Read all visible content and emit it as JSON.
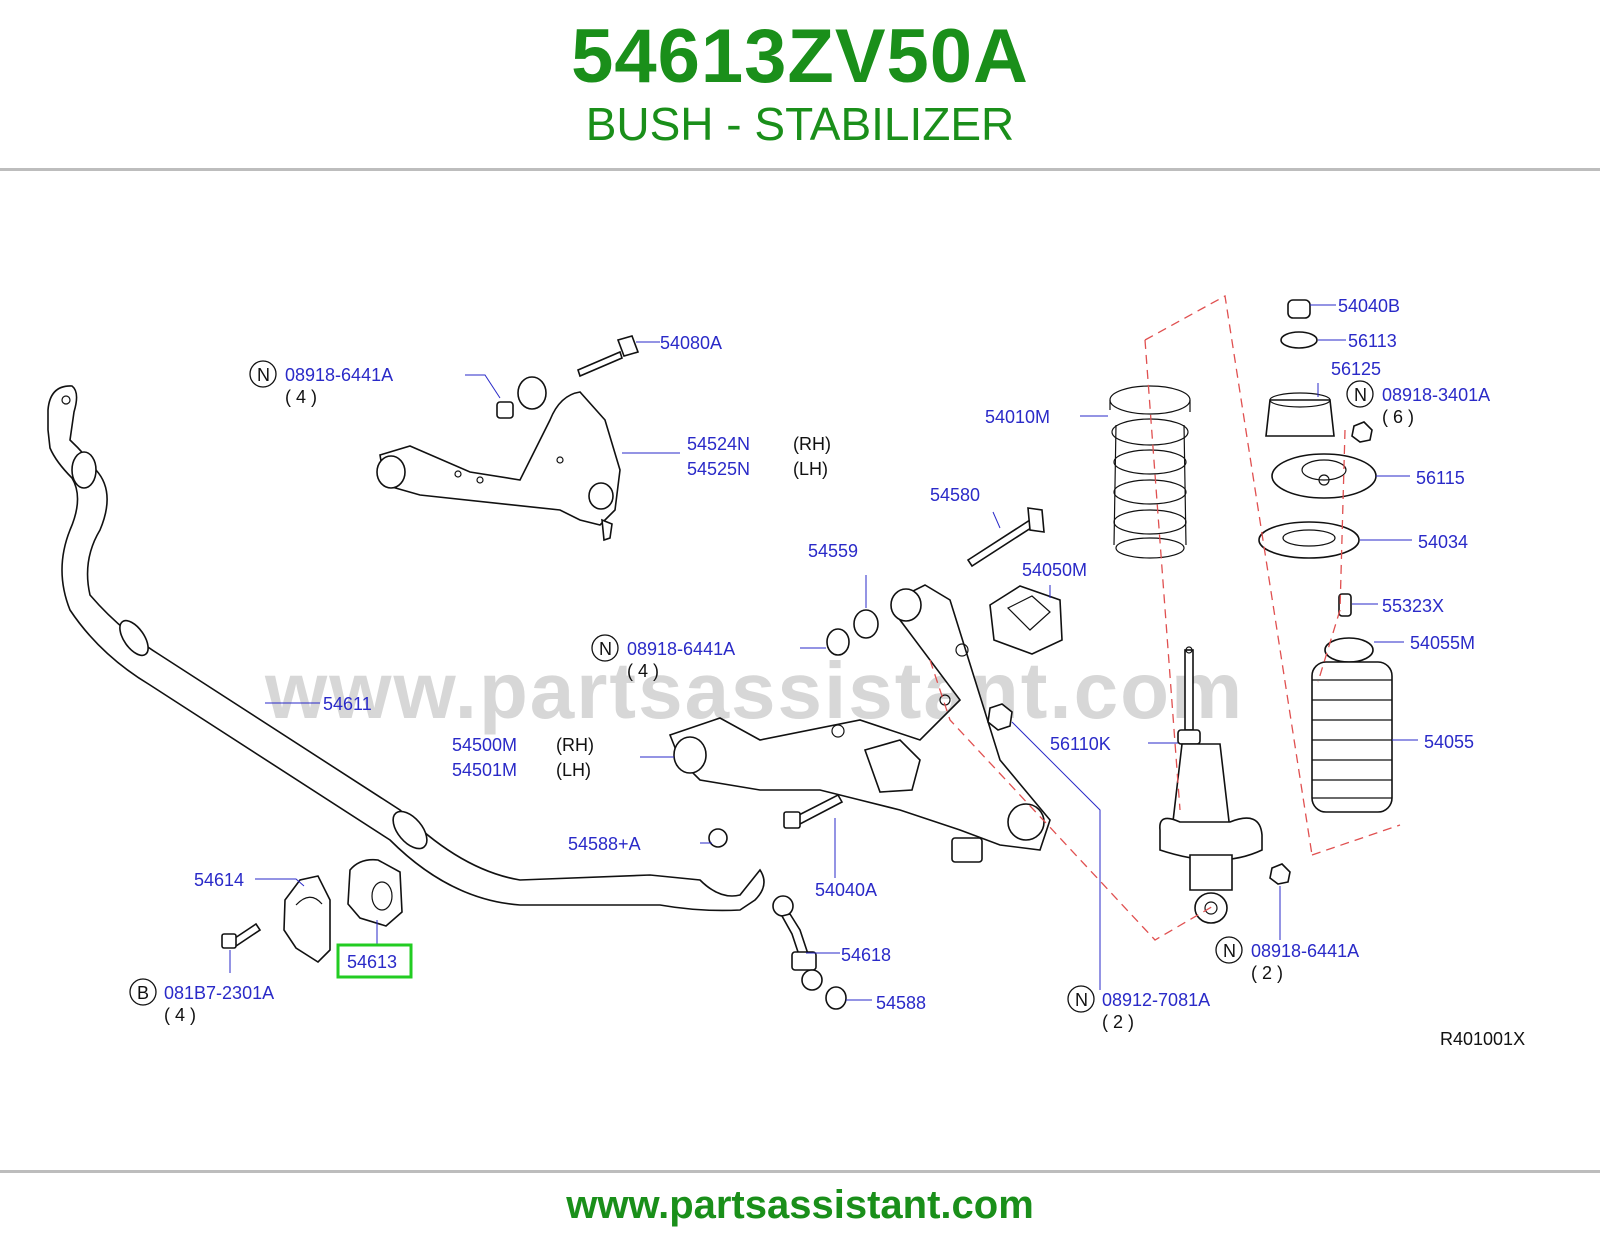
{
  "header": {
    "part_number": "54613ZV50A",
    "part_name": "BUSH - STABILIZER"
  },
  "footer": {
    "url": "www.partsassistant.com"
  },
  "watermark": "www.partsassistant.com",
  "diagram": {
    "code": "R401001X",
    "highlight_color": "#22cc22",
    "labels": {
      "l54080A": "54080A",
      "n1_code": "08918-6441A",
      "n1_qty": "( 4 )",
      "l54524N": "54524N",
      "l54525N": "54525N",
      "rh1": "(RH)",
      "lh1": "(LH)",
      "l54580": "54580",
      "l54559": "54559",
      "n2_code": "08918-6441A",
      "n2_qty": "( 4 )",
      "l54050M": "54050M",
      "l54010M": "54010M",
      "l54611": "54611",
      "l54500M": "54500M",
      "l54501M": "54501M",
      "rh2": "(RH)",
      "lh2": "(LH)",
      "l56110K": "56110K",
      "l54588A": "54588+A",
      "l54040A": "54040A",
      "l54614": "54614",
      "l54613": "54613",
      "b_code": "081B7-2301A",
      "b_qty": "( 4 )",
      "l54618": "54618",
      "l54588": "54588",
      "n3_code": "08912-7081A",
      "n3_qty": "( 2 )",
      "n4_code": "08918-6441A",
      "n4_qty": "( 2 )",
      "l54040B": "54040B",
      "l56113": "56113",
      "l56125": "56125",
      "n5_code": "08918-3401A",
      "n5_qty": "( 6 )",
      "l56115": "56115",
      "l54034": "54034",
      "l55323X": "55323X",
      "l54055M": "54055M",
      "l54055": "54055",
      "n_letter": "N",
      "b_letter": "B"
    }
  }
}
